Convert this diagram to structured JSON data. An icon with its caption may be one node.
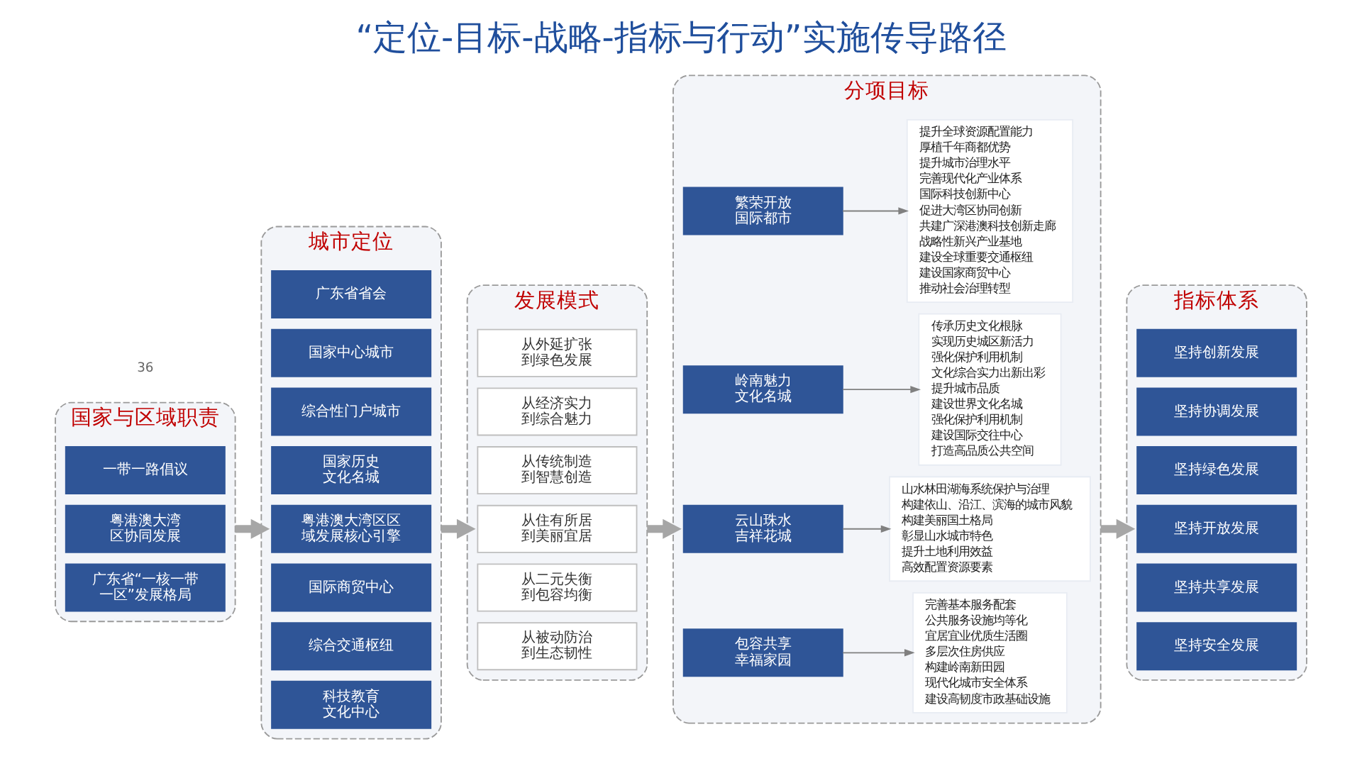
{
  "diagram": {
    "title": "“定位-目标-战略-指标与行动”实施传导路径",
    "nodes": [
      {
        "text": [
          "国家与区域职责"
        ]
      },
      {
        "text": [
          "一带一路倡议"
        ],
        "in": 0
      },
      {
        "text": [
          "粤港澳大湾区协同发展"
        ],
        "in": 0
      },
      {
        "text": [
          "广东省“一核一带一区”发展格局"
        ],
        "in": 0
      },
      {
        "text": [
          "城市定位"
        ]
      },
      {
        "text": [
          "广东省省会"
        ],
        "in": 4
      },
      {
        "text": [
          "国家中心城市"
        ],
        "in": 4
      },
      {
        "text": [
          "综合性门户城市"
        ],
        "in": 4
      },
      {
        "text": [
          "国家历史文化名城"
        ],
        "in": 4
      },
      {
        "text": [
          "粤港澳大湾区区域发展核心引擎"
        ],
        "in": 4
      },
      {
        "text": [
          "国际商贸中心"
        ],
        "in": 4
      },
      {
        "text": [
          "综合交通枢纽"
        ],
        "in": 4
      },
      {
        "text": [
          "科技教育文化中心"
        ],
        "in": 4
      },
      {
        "text": [
          "发展模式"
        ]
      },
      {
        "text": [
          "从外延扩张到绿色发展"
        ],
        "in": 13
      },
      {
        "text": [
          "从经济实力到综合魅力"
        ],
        "in": 13
      },
      {
        "text": [
          "从传统制造到智慧创造"
        ],
        "in": 13
      },
      {
        "text": [
          "从住有所居到美丽宜居"
        ],
        "in": 13
      },
      {
        "text": [
          "从二元失衡到包容均衡"
        ],
        "in": 13
      },
      {
        "text": [
          "从被动防治到生态韧性"
        ],
        "in": 13
      },
      {
        "text": [
          "分项目标"
        ]
      },
      {
        "text": [
          "繁荣开放国际都市"
        ],
        "in": 20
      },
      {
        "text": [
          "提升全球资源配置能力",
          "厚植千年商都优势",
          "提升城市治理水平",
          "完善现代化产业体系",
          "国际科技创新中心",
          "促进大湾区协同创新",
          "共建广深港澳科技创新走廊",
          "战略性新兴产业基地",
          "建设全球重要交通枢纽",
          "建设国家商贸中心",
          "推动社会治理转型"
        ],
        "in": 20
      },
      {
        "text": [
          "岭南魅力文化名城"
        ],
        "in": 20
      },
      {
        "text": [
          "传承历史文化根脉",
          "实现历史城区新活力",
          "强化保护利用机制",
          "文化综合实力出新出彩",
          "提升城市品质",
          "建设世界文化名城",
          "强化保护利用机制",
          "建设国际交往中心",
          "打造高品质公共空间"
        ],
        "in": 20
      },
      {
        "text": [
          "云山珠水吉祥花城"
        ],
        "in": 20
      },
      {
        "text": [
          "山水林田湖海系统保护与治理",
          "构建依山、沿江、滨海的城市风貌",
          "构建美丽国土格局",
          "彰显山水城市特色",
          "提升土地利用效益",
          "高效配置资源要素"
        ],
        "in": 20
      },
      {
        "text": [
          "包容共享幸福家园"
        ],
        "in": 20
      },
      {
        "text": [
          "完善基本服务配套",
          "公共服务设施均等化",
          "宜居宜业优质生活圈",
          "多层次住房供应",
          "构建岭南新田园",
          "现代化城市安全体系",
          "建设高韧度市政基础设施"
        ],
        "in": 20
      },
      {
        "text": [
          "指标体系"
        ]
      },
      {
        "text": [
          "坚持创新发展"
        ],
        "in": 29
      },
      {
        "text": [
          "坚持协调发展"
        ],
        "in": 29
      },
      {
        "text": [
          "坚持绿色发展"
        ],
        "in": 29
      },
      {
        "text": [
          "坚持开放发展"
        ],
        "in": 29
      },
      {
        "text": [
          "坚持共享发展"
        ],
        "in": 29
      },
      {
        "text": [
          "坚持安全发展"
        ],
        "in": 29
      }
    ],
    "edges": [
      {
        "from": 0,
        "to": 4,
        "arrow": "to",
        "style": "thick"
      },
      {
        "from": 4,
        "to": 13,
        "arrow": "to",
        "style": "thick"
      },
      {
        "from": 13,
        "to": 20,
        "arrow": "to",
        "style": "thick"
      },
      {
        "from": 20,
        "to": 29,
        "arrow": "to",
        "style": "thick"
      },
      {
        "from": 21,
        "to": 22,
        "arrow": "to"
      },
      {
        "from": 23,
        "to": 24,
        "arrow": "to"
      },
      {
        "from": 25,
        "to": 26,
        "arrow": "to"
      },
      {
        "from": 27,
        "to": 28,
        "arrow": "to"
      }
    ],
    "labels": [
      "36"
    ]
  }
}
